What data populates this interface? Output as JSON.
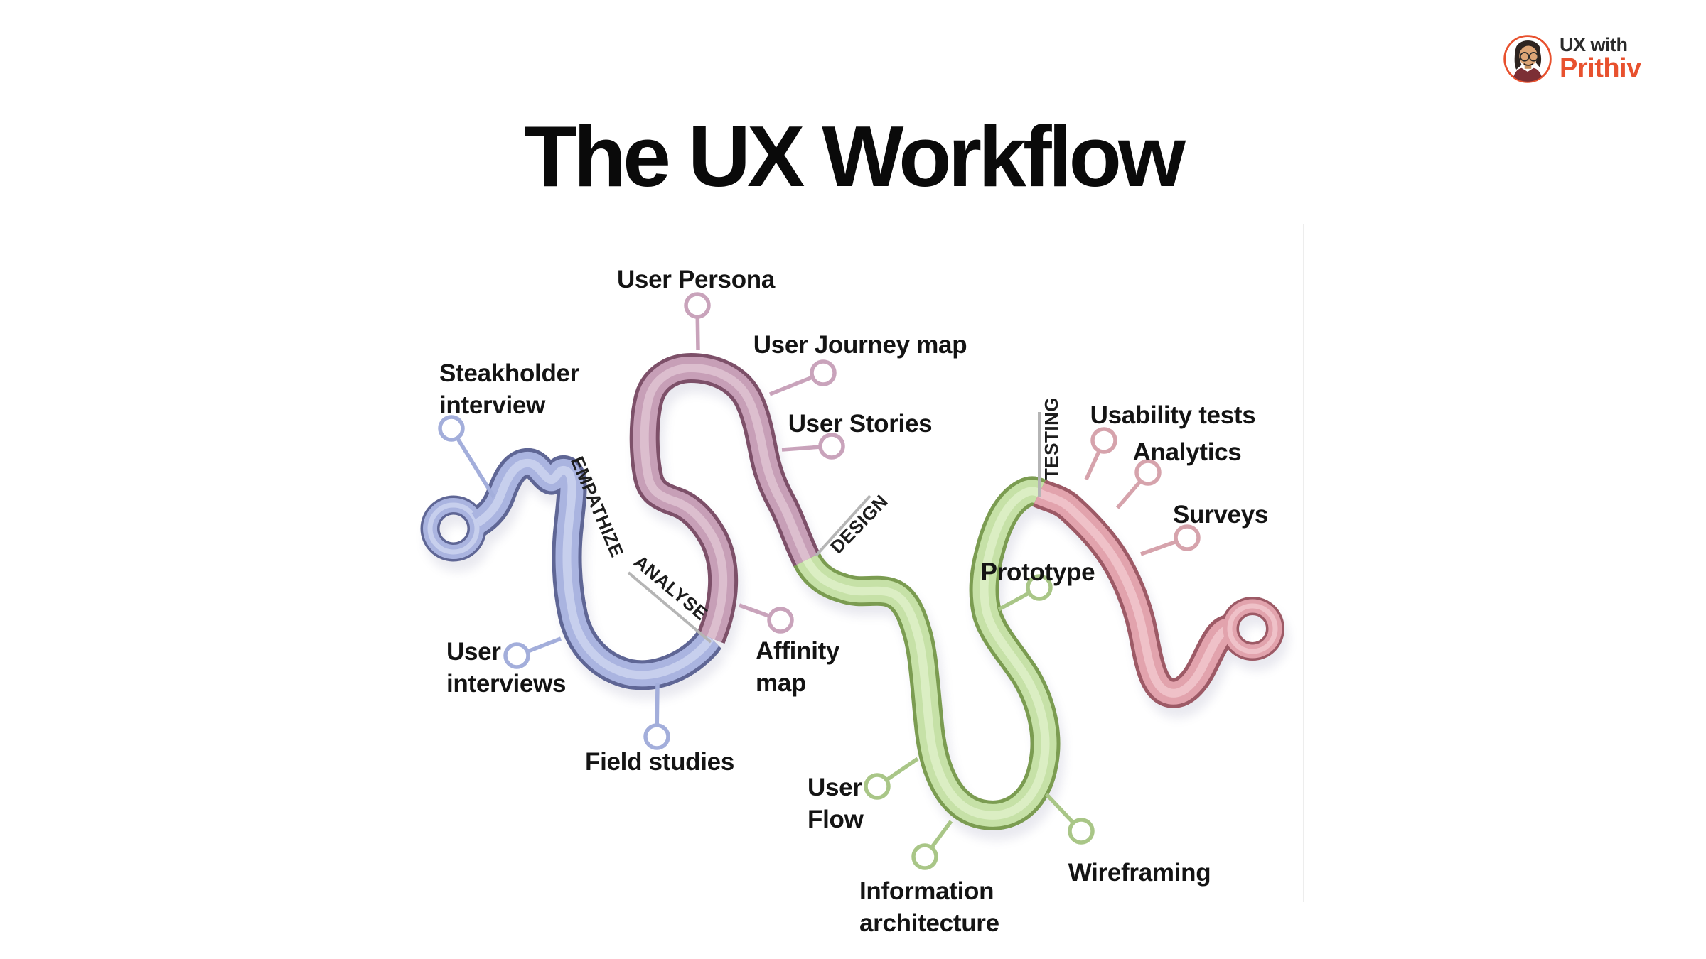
{
  "page": {
    "title": "The UX Workflow",
    "background": "#ffffff",
    "edge_line_color": "#ededed"
  },
  "logo": {
    "line1": "UX with",
    "line2": "Prithiv",
    "accent_color": "#e8512e",
    "text_color": "#2a2a2a"
  },
  "diagram": {
    "flow_order": [
      "EMPATHIZE",
      "ANALYSE",
      "DESIGN",
      "TESTING"
    ],
    "divider_color": "#b5b5b5",
    "phases": [
      {
        "name": "EMPATHIZE",
        "tube": "#aab4e0",
        "outline": "#5f6695",
        "shine": "#cdd3ef",
        "connector": "#a3aedb"
      },
      {
        "name": "ANALYSE",
        "tube": "#c79fb7",
        "outline": "#7d5069",
        "shine": "#dfc3d2",
        "connector": "#c9a3bb"
      },
      {
        "name": "DESIGN",
        "tube": "#c6e1a7",
        "outline": "#7b9c51",
        "shine": "#def0c8",
        "connector": "#a9c687"
      },
      {
        "name": "TESTING",
        "tube": "#e2a3ad",
        "outline": "#9d5a66",
        "shine": "#f1c7cd",
        "connector": "#d6a3ac"
      }
    ],
    "activities": [
      {
        "id": "steakholder-interview",
        "phase": "EMPATHIZE",
        "lines": [
          "Steakholder",
          "interview"
        ]
      },
      {
        "id": "user-interviews",
        "phase": "EMPATHIZE",
        "lines": [
          "User",
          "interviews"
        ]
      },
      {
        "id": "field-studies",
        "phase": "EMPATHIZE",
        "lines": [
          "Field studies"
        ]
      },
      {
        "id": "user-persona",
        "phase": "ANALYSE",
        "lines": [
          "User Persona"
        ]
      },
      {
        "id": "user-journey-map",
        "phase": "ANALYSE",
        "lines": [
          "User Journey map"
        ]
      },
      {
        "id": "user-stories",
        "phase": "ANALYSE",
        "lines": [
          "User Stories"
        ]
      },
      {
        "id": "affinity-map",
        "phase": "ANALYSE",
        "lines": [
          "Affinity",
          "map"
        ]
      },
      {
        "id": "user-flow",
        "phase": "DESIGN",
        "lines": [
          "User",
          "Flow"
        ]
      },
      {
        "id": "information-architecture",
        "phase": "DESIGN",
        "lines": [
          "Information",
          "architecture"
        ]
      },
      {
        "id": "wireframing",
        "phase": "DESIGN",
        "lines": [
          "Wireframing"
        ]
      },
      {
        "id": "prototype",
        "phase": "DESIGN",
        "lines": [
          "Prototype"
        ]
      },
      {
        "id": "usability-tests",
        "phase": "TESTING",
        "lines": [
          "Usability tests"
        ]
      },
      {
        "id": "analytics",
        "phase": "TESTING",
        "lines": [
          "Analytics"
        ]
      },
      {
        "id": "surveys",
        "phase": "TESTING",
        "lines": [
          "Surveys"
        ]
      }
    ]
  }
}
